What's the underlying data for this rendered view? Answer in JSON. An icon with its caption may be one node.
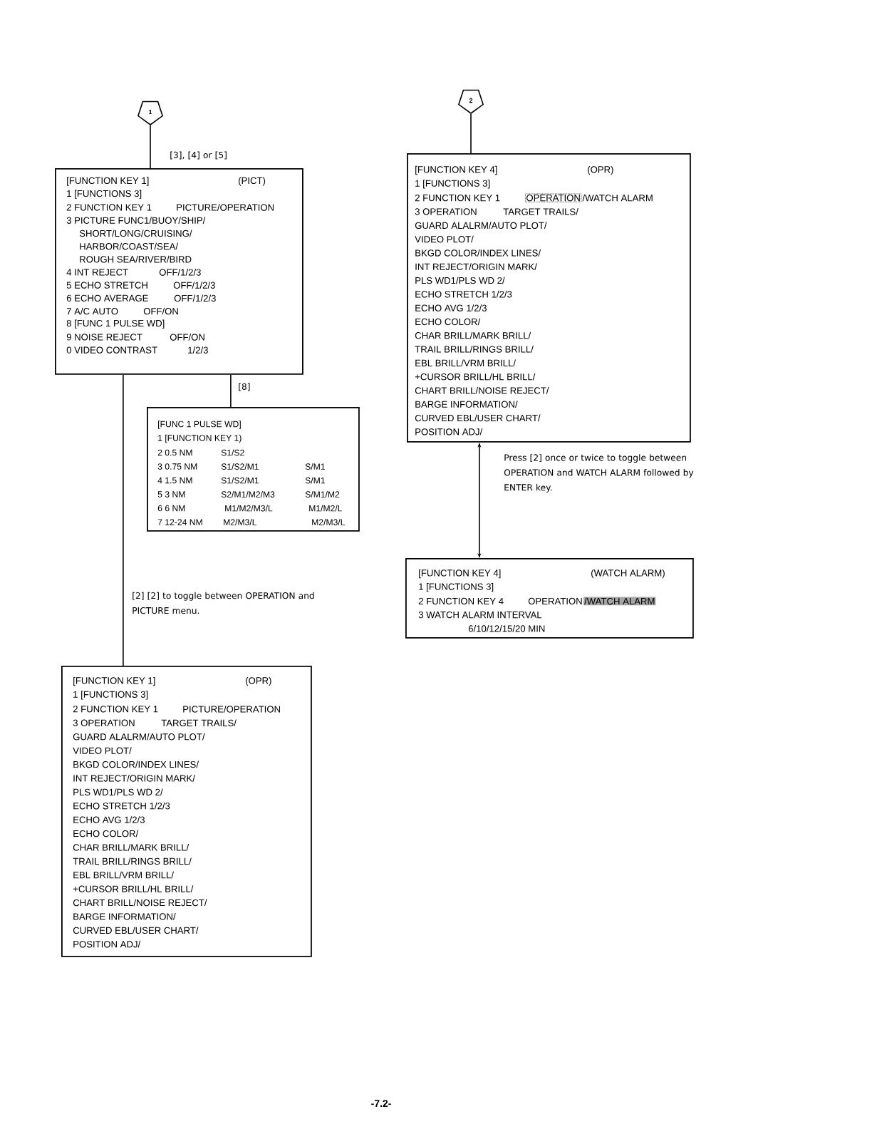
{
  "diagram": {
    "nodes": [
      {
        "text": [
          "1"
        ]
      },
      {
        "text": [
          "[FUNCTION KEY 1]",
          "(PICT)",
          "1 [FUNCTIONS 3]",
          "2 FUNCTION KEY 1",
          "PICTURE/OPERATION",
          "3 PICTURE FUNC1/BUOY/SHIP/",
          "SHORT/LONG/CRUISING/",
          "HARBOR/COAST/SEA/",
          "ROUGH SEA/RIVER/BIRD",
          "4 INT REJECT",
          "OFF/1/2/3",
          "5 ECHO STRETCH",
          "OFF/1/2/3",
          "6 ECHO AVERAGE",
          "OFF/1/2/3",
          "7 A/C AUTO",
          "OFF/ON",
          "8 [FUNC 1 PULSE WD]",
          "9 NOISE REJECT",
          "OFF/ON",
          "0 VIDEO CONTRAST",
          "1/2/3"
        ]
      },
      {
        "text": [
          "[FUNC 1 PULSE WD]",
          "1 [FUNCTION KEY 1)",
          "2 0.5 NM",
          "S1/S2",
          "3 0.75 NM",
          "S1/S2/M1",
          "S/M1",
          "4 1.5 NM",
          "S1/S2/M1",
          "S/M1",
          "5 3 NM",
          "S2/M1/M2/M3",
          "S/M1/M2",
          "6 6 NM",
          "M1/M2/M3/L",
          "M1/M2/L",
          "7 12-24 NM",
          "M2/M3/L",
          "M2/M3/L"
        ]
      },
      {
        "text": [
          "[FUNCTION KEY 1]",
          "(OPR)",
          "1 [FUNCTIONS 3]",
          "2 FUNCTION KEY 1",
          "PICTURE/OPERATION",
          "3 OPERATION",
          "TARGET TRAILS/",
          "GUARD ALALRM/AUTO PLOT/",
          "VIDEO PLOT/",
          "BKGD COLOR/INDEX LINES/",
          "INT REJECT/ORIGIN MARK/",
          "PLS WD1/PLS WD 2/",
          "ECHO STRETCH 1/2/3",
          "ECHO AVG 1/2/3",
          "ECHO COLOR/",
          "CHAR BRILL/MARK BRILL/",
          "TRAIL BRILL/RINGS BRILL/",
          "EBL BRILL/VRM BRILL/",
          "+CURSOR BRILL/HL BRILL/",
          "CHART BRILL/NOISE REJECT/",
          "BARGE INFORMATION/",
          "CURVED EBL/USER CHART/",
          "POSITION ADJ/"
        ]
      },
      {
        "text": [
          "2"
        ]
      },
      {
        "text": [
          "[FUNCTION KEY 4]",
          "(OPR)",
          "1 [FUNCTIONS 3]",
          "2 FUNCTION KEY 1",
          "OPERATION",
          "/WATCH ALARM",
          "3 OPERATION",
          "TARGET TRAILS/",
          "GUARD ALALRM/AUTO PLOT/",
          "VIDEO PLOT/",
          "BKGD COLOR/INDEX LINES/",
          "INT REJECT/ORIGIN MARK/",
          "PLS WD1/PLS WD 2/",
          "ECHO STRETCH 1/2/3",
          "ECHO AVG 1/2/3",
          "ECHO COLOR/",
          "CHAR BRILL/MARK BRILL/",
          "TRAIL BRILL/RINGS BRILL/",
          "EBL BRILL/VRM BRILL/",
          "+CURSOR BRILL/HL BRILL/",
          "CHART BRILL/NOISE REJECT/",
          "BARGE INFORMATION/",
          "CURVED EBL/USER CHART/",
          "POSITION ADJ/"
        ]
      },
      {
        "text": [
          "[FUNCTION KEY 4]",
          "(WATCH ALARM)",
          "1 [FUNCTIONS 3]",
          "2 FUNCTION KEY 4",
          "OPERATION",
          "/WATCH ALARM",
          "3 WATCH ALARM INTERVAL",
          "6/10/12/15/20 MIN"
        ]
      }
    ],
    "edges": [
      {
        "from": 0,
        "to": 1,
        "arrow": "none",
        "label": "[3], [4] or [5]"
      },
      {
        "from": 1,
        "to": 2,
        "arrow": "none",
        "label": "[8]"
      },
      {
        "from": 1,
        "to": 3,
        "arrow": "none",
        "label": "[2] [2] to toggle between OPERATION and PICTURE menu."
      },
      {
        "from": 4,
        "to": 5,
        "arrow": "none"
      },
      {
        "from": 5,
        "to": 6,
        "arrow": "both",
        "label": "Press [2] once or twice to toggle between OPERATION and WATCH ALARM followed by ENTER key."
      }
    ],
    "labels": [
      "-7.2-"
    ]
  }
}
